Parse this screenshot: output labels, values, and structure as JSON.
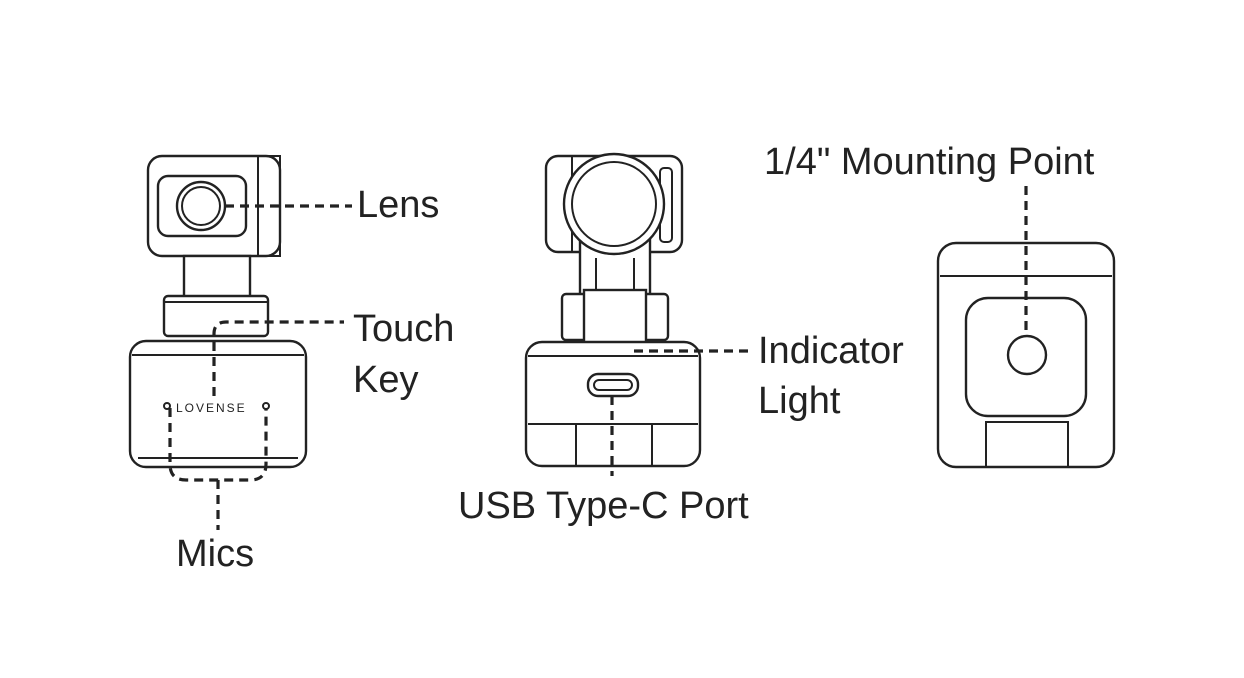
{
  "labels": {
    "lens": "Lens",
    "touch_key_line1": "Touch",
    "touch_key_line2": "Key",
    "mics": "Mics",
    "indicator_line1": "Indicator",
    "indicator_line2": "Light",
    "usb": "USB Type-C Port",
    "mounting": "1/4\" Mounting Point"
  },
  "brand": "LOVENSE",
  "colors": {
    "line": "#222222",
    "background": "#ffffff"
  }
}
